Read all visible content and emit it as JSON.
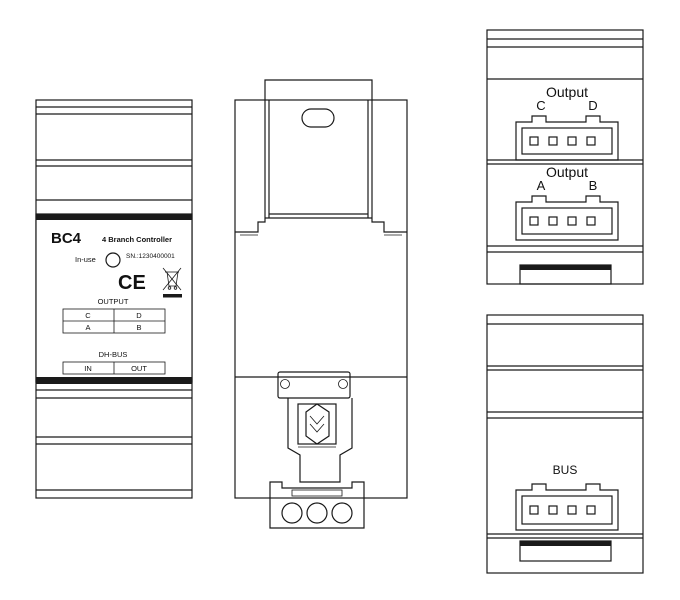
{
  "front": {
    "model": "BC4",
    "name": "4 Branch Controller",
    "serial": "SN.:1230400001",
    "in_use": "In-use",
    "ce": "CE",
    "output_title": "OUTPUT",
    "output_row1": [
      "C",
      "D"
    ],
    "output_row2": [
      "A",
      "B"
    ],
    "bus_title": "DH-BUS",
    "bus_row": [
      "IN",
      "OUT"
    ]
  },
  "top_view": {
    "output_top": "Output",
    "pins_top": [
      "C",
      "D"
    ],
    "output_bottom": "Output",
    "pins_bottom": [
      "A",
      "B"
    ]
  },
  "bottom_view": {
    "bus_label": "BUS"
  }
}
